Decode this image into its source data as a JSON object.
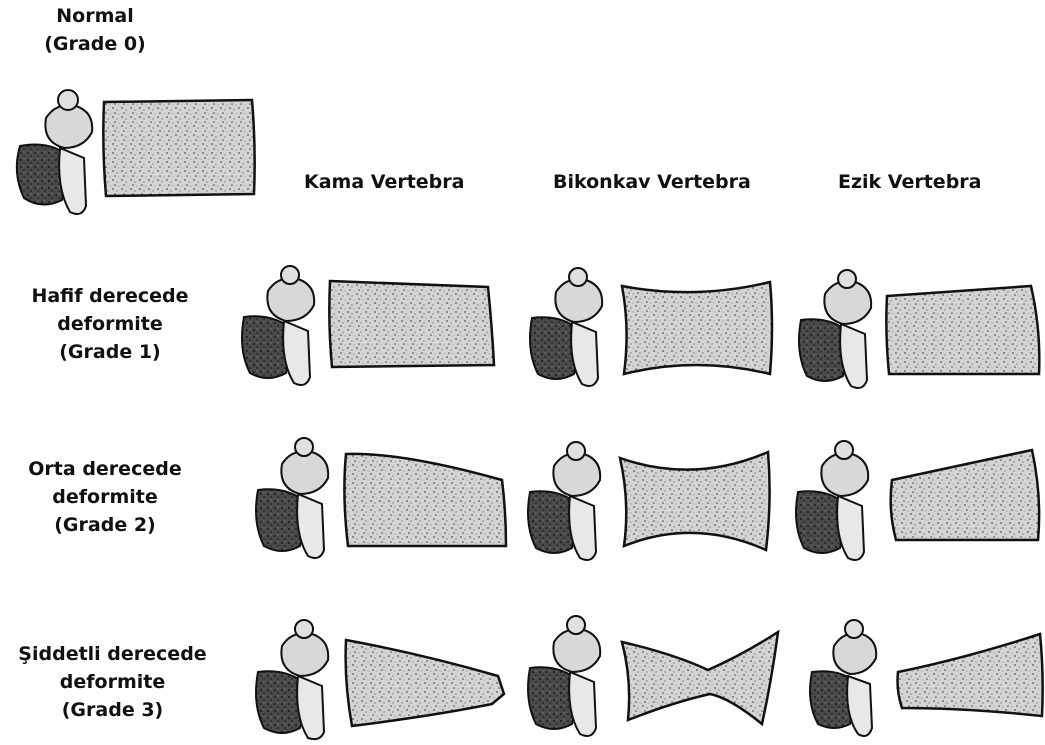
{
  "normal": {
    "line1": "Normal",
    "line2": "(Grade 0)"
  },
  "columns": {
    "wedge": "Kama Vertebra",
    "biconcave": "Bikonkav Vertebra",
    "crush": "Ezik Vertebra"
  },
  "rows": {
    "grade1": {
      "line1": "Hafif  derecede",
      "line2": "deformite",
      "line3": "(Grade 1)"
    },
    "grade2": {
      "line1": "Orta  derecede",
      "line2": "deformite",
      "line3": "(Grade 2)"
    },
    "grade3": {
      "line1": "Şiddetli derecede",
      "line2": "deformite",
      "line3": "(Grade 3)"
    }
  },
  "colors": {
    "ink": "#111111",
    "body_fill": "#cfcfcf",
    "shadow": "#3a3a3a"
  }
}
